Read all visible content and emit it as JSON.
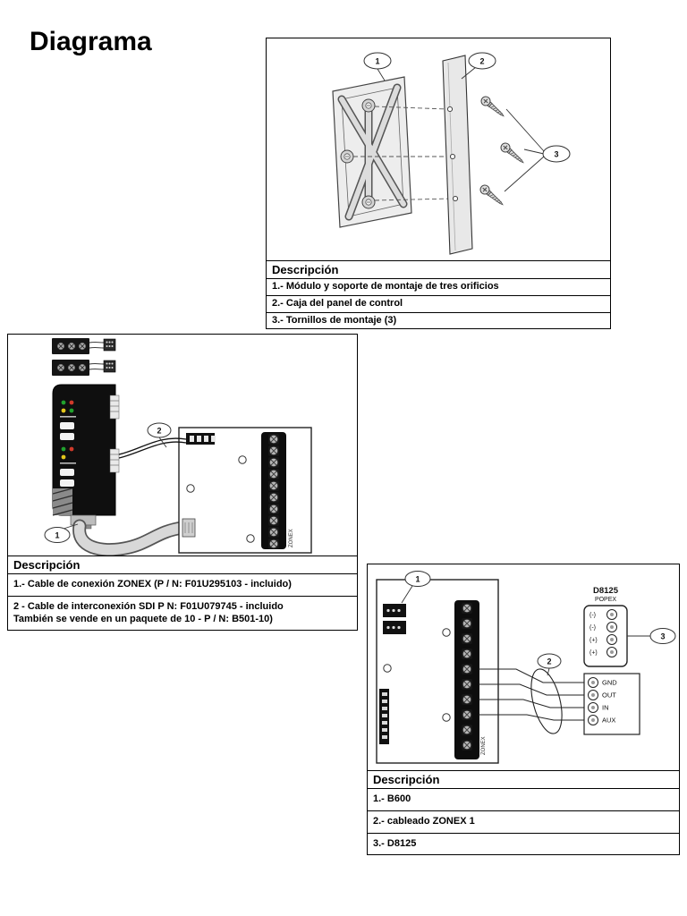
{
  "page": {
    "title": "Diagrama"
  },
  "panel1": {
    "callouts": [
      "1",
      "2",
      "3"
    ],
    "table": {
      "header": "Descripción",
      "rows": [
        "1.- Módulo y soporte de montaje de tres orificios",
        "2.- Caja del panel de control",
        "3.- Tornillos de montaje (3)"
      ]
    }
  },
  "panel2": {
    "callouts": [
      "1",
      "2"
    ],
    "board_label": "ZONEX",
    "table": {
      "header": "Descripción",
      "rows": [
        "1.- Cable de conexión ZONEX (P / N: F01U295103 - incluido)",
        "2 - Cable de interconexión SDI  P   N: F01U079745 - incluido\nTambién se vende en un paquete de 10 - P / N: B501-10)"
      ]
    }
  },
  "panel3": {
    "callouts": [
      "1",
      "2",
      "3"
    ],
    "board_label": "ZONEX",
    "d8125": {
      "title": "D8125",
      "subtitle": "POPEX",
      "upper_terminals": [
        "(-)",
        "(-)",
        "(+)",
        "(+)"
      ],
      "lower_terminals": [
        "GND",
        "OUT",
        "IN",
        "AUX"
      ]
    },
    "table": {
      "header": "Descripción",
      "rows": [
        "1.- B600",
        "2.- cableado ZONEX 1",
        "3.- D8125"
      ]
    }
  }
}
